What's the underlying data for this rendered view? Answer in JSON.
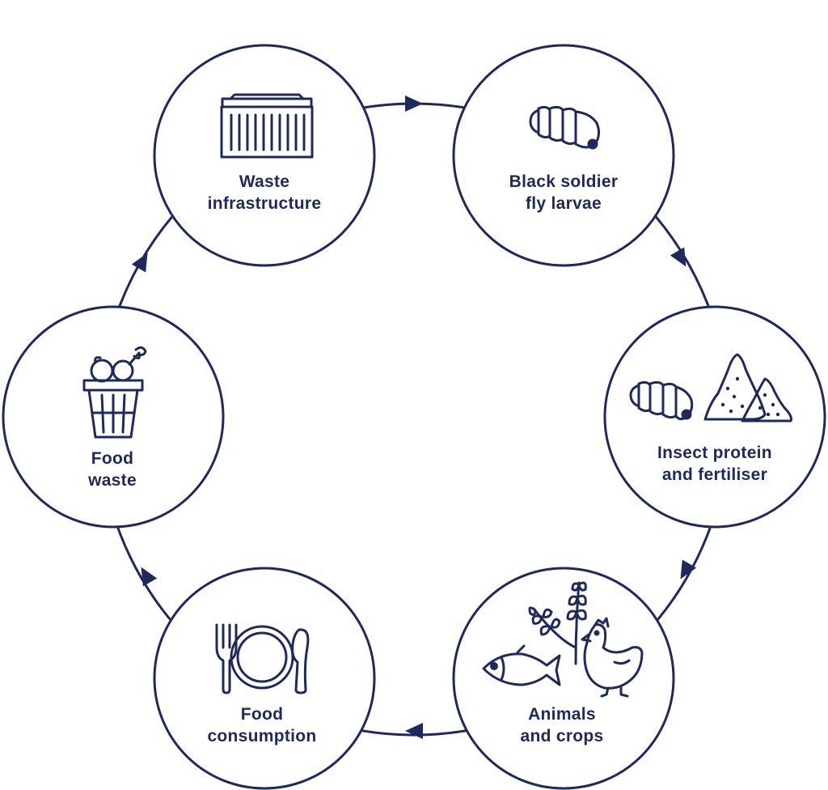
{
  "colors": {
    "primary": "#1f2a5c",
    "background": "#ffffff"
  },
  "stages": [
    {
      "id": "waste-infrastructure",
      "line1": "Waste",
      "line2": "infrastructure",
      "icon": "waste-container-icon"
    },
    {
      "id": "black-soldier-fly-larvae",
      "line1": "Black soldier",
      "line2": "fly larvae",
      "icon": "larva-icon"
    },
    {
      "id": "insect-protein-and-fertiliser",
      "line1": "Insect protein",
      "line2": "and fertiliser",
      "icon": "larva-and-fertiliser-piles-icon"
    },
    {
      "id": "animals-and-crops",
      "line1": "Animals",
      "line2": "and crops",
      "icon": "fish-wheat-chicken-icon"
    },
    {
      "id": "food-consumption",
      "line1": "Food",
      "line2": "consumption",
      "icon": "plate-fork-knife-icon"
    },
    {
      "id": "food-waste",
      "line1": "Food",
      "line2": "waste",
      "icon": "food-waste-bin-icon"
    }
  ],
  "flow_direction": "clockwise"
}
